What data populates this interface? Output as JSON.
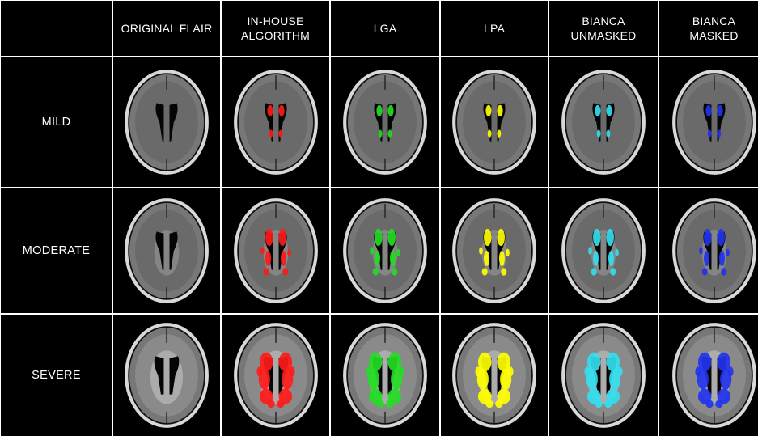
{
  "columns": [
    {
      "key": "original",
      "label": "ORIGINAL FLAIR",
      "overlay": null
    },
    {
      "key": "inhouse",
      "label": "IN-HOUSE\nALGORITHM",
      "overlay": "#ff1a1a"
    },
    {
      "key": "lga",
      "label": "LGA",
      "overlay": "#22dd22"
    },
    {
      "key": "lpa",
      "label": "LPA",
      "overlay": "#ffff00"
    },
    {
      "key": "bianca_unmasked",
      "label": "BIANCA\nUNMASKED",
      "overlay": "#33ddee"
    },
    {
      "key": "bianca_masked",
      "label": "BIANCA\nMASKED",
      "overlay": "#2233ee"
    }
  ],
  "rows": [
    {
      "key": "mild",
      "label": "MILD",
      "severity": 1
    },
    {
      "key": "moderate",
      "label": "MODERATE",
      "severity": 2
    },
    {
      "key": "severe",
      "label": "SEVERE",
      "severity": 3
    }
  ]
}
